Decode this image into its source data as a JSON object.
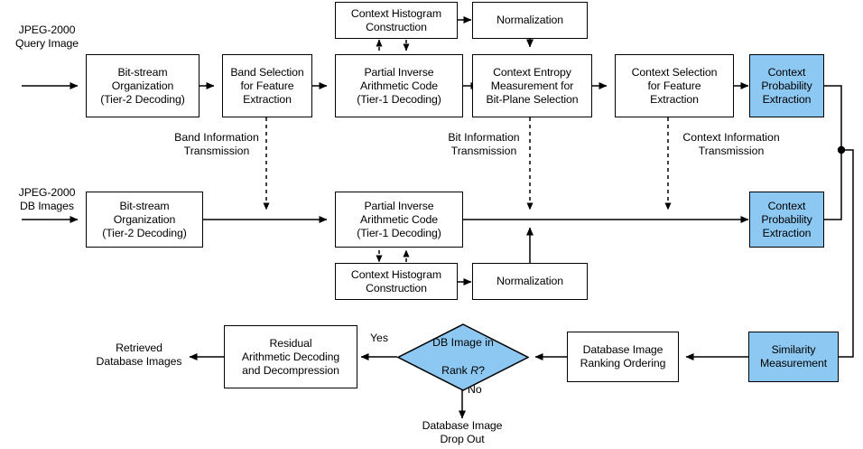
{
  "diagram": {
    "title": "JPEG-2000 compressed-domain image retrieval flowchart",
    "accent_blue": "#8cc8f2",
    "line_color": "#000000"
  },
  "inputs": [
    {
      "id": "query-input",
      "label": "JPEG-2000\nQuery Image"
    },
    {
      "id": "db-input",
      "label": "JPEG-2000\nDB Images"
    }
  ],
  "outputs": [
    {
      "id": "retrieved-output",
      "label": "Retrieved\nDatabase Images"
    },
    {
      "id": "dropout-output",
      "label": "Database Image\nDrop Out"
    }
  ],
  "nodes": {
    "query_bitstream": {
      "label": "Bit-stream\nOrganization\n(Tier-2 Decoding)",
      "blue": false
    },
    "band_selection": {
      "label": "Band Selection\nfor Feature\nExtraction",
      "blue": false
    },
    "query_partial_inverse": {
      "label": "Partial Inverse\nArithmetic Code\n(Tier-1 Decoding)",
      "blue": false
    },
    "query_histogram": {
      "label": "Context Histogram\nConstruction",
      "blue": false
    },
    "query_normalization": {
      "label": "Normalization",
      "blue": false
    },
    "context_entropy": {
      "label": "Context Entropy\nMeasurement for\nBit-Plane Selection",
      "blue": false
    },
    "context_selection": {
      "label": "Context Selection\nfor Feature\nExtraction",
      "blue": false
    },
    "query_ctx_prob": {
      "label": "Context\nProbability\nExtraction",
      "blue": true
    },
    "db_bitstream": {
      "label": "Bit-stream\nOrganization\n(Tier-2 Decoding)",
      "blue": false
    },
    "db_partial_inverse": {
      "label": "Partial Inverse\nArithmetic Code\n(Tier-1 Decoding)",
      "blue": false
    },
    "db_histogram": {
      "label": "Context Histogram\nConstruction",
      "blue": false
    },
    "db_normalization": {
      "label": "Normalization",
      "blue": false
    },
    "db_ctx_prob": {
      "label": "Context\nProbability\nExtraction",
      "blue": true
    },
    "similarity": {
      "label": "Similarity\nMeasurement",
      "blue": true
    },
    "ranking": {
      "label": "Database Image\nRanking Ordering",
      "blue": false
    },
    "residual": {
      "label": "Residual\nArithmetic Decoding\nand Decompression",
      "blue": false
    }
  },
  "decision": {
    "id": "rank-decision",
    "label_line1": "DB Image in",
    "label_line2_pre": "Rank ",
    "label_line2_var": "R",
    "label_line2_post": "?",
    "yes_label": "Yes",
    "no_label": "No"
  },
  "transmission_labels": [
    {
      "id": "band-info",
      "label": "Band Information\nTransmission"
    },
    {
      "id": "bit-info",
      "label": "Bit Information\nTransmission"
    },
    {
      "id": "context-info",
      "label": "Context Information\nTransmission"
    }
  ]
}
